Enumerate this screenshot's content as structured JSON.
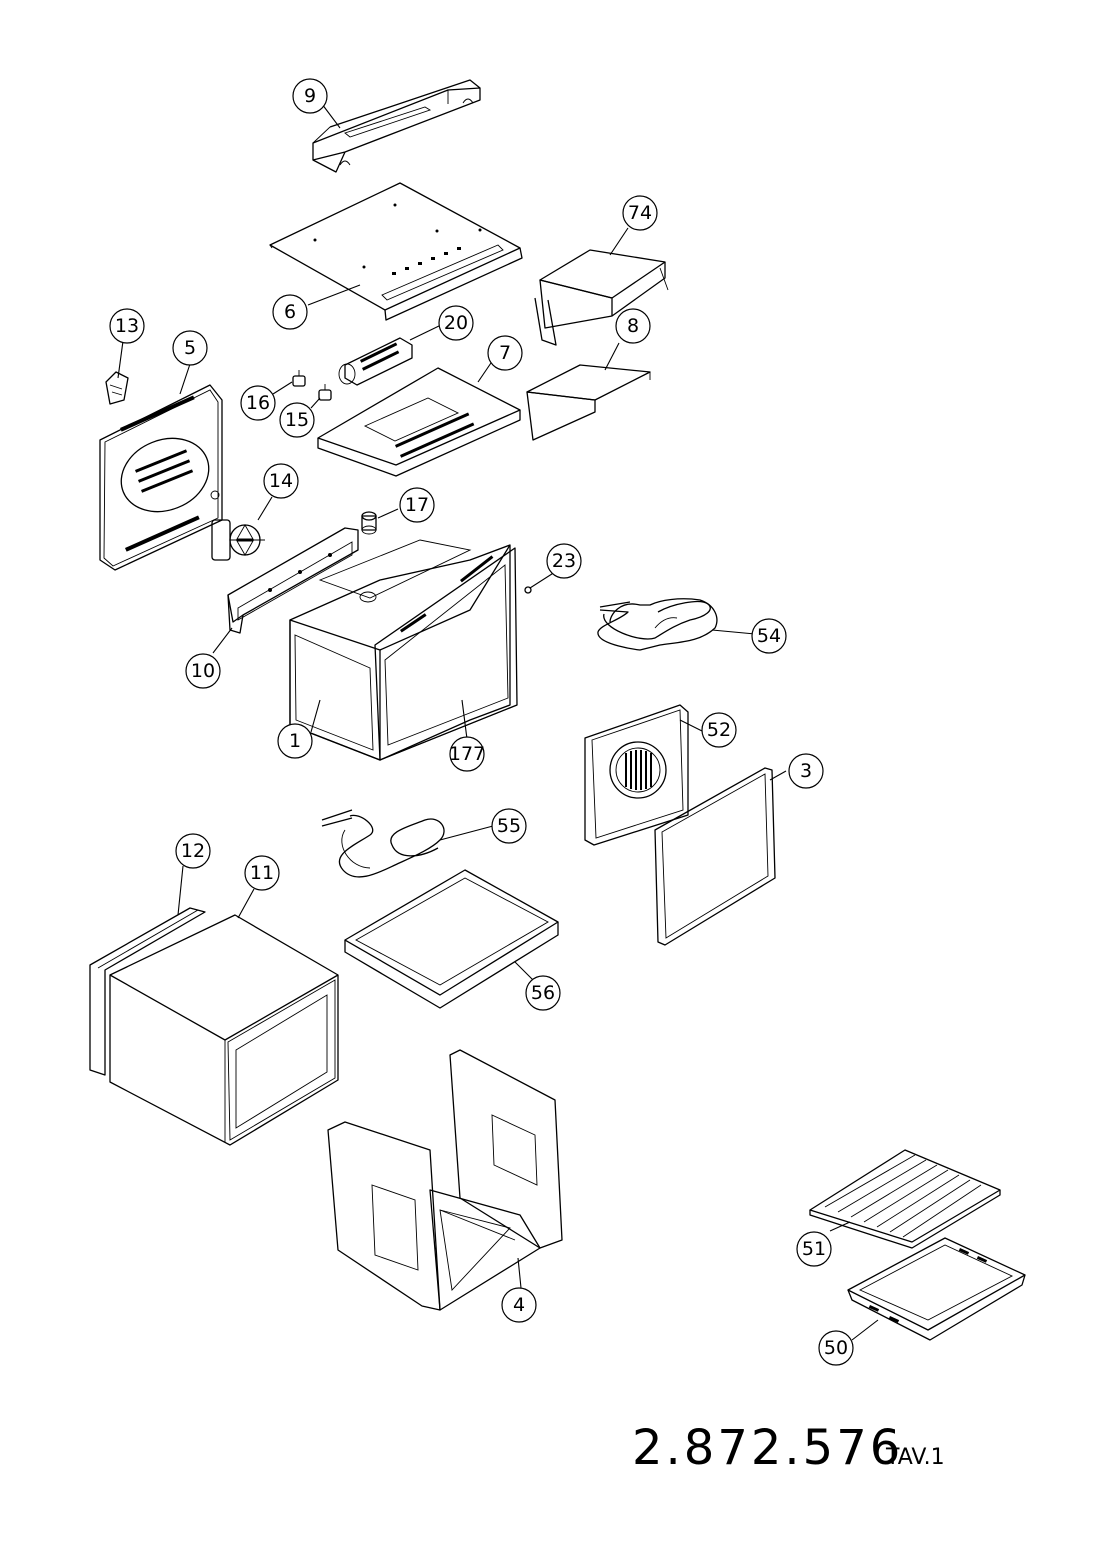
{
  "drawing": {
    "code": "2.872.576",
    "table": "TAV.1"
  },
  "callouts": [
    "9",
    "74",
    "6",
    "13",
    "5",
    "20",
    "7",
    "8",
    "16",
    "15",
    "14",
    "17",
    "23",
    "54",
    "10",
    "1",
    "177",
    "52",
    "3",
    "55",
    "12",
    "11",
    "56",
    "4",
    "51",
    "50"
  ]
}
